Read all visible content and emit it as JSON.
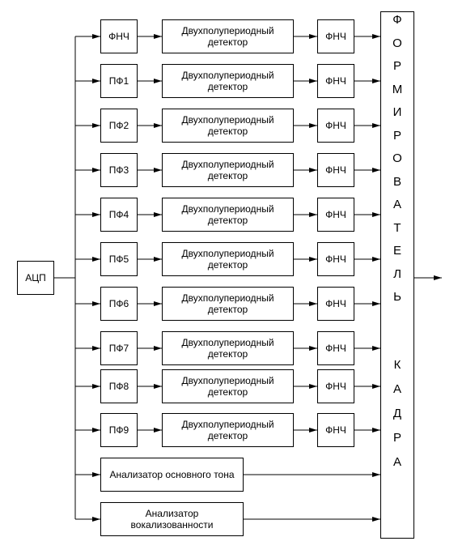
{
  "adc_label": "АЦП",
  "rows": [
    {
      "filter": "ФНЧ",
      "detector": "Двухполупериодный детектор",
      "lowpass": "ФНЧ"
    },
    {
      "filter": "ПФ1",
      "detector": "Двухполупериодный детектор",
      "lowpass": "ФНЧ"
    },
    {
      "filter": "ПФ2",
      "detector": "Двухполупериодный детектор",
      "lowpass": "ФНЧ"
    },
    {
      "filter": "ПФ3",
      "detector": "Двухполупериодный детектор",
      "lowpass": "ФНЧ"
    },
    {
      "filter": "ПФ4",
      "detector": "Двухполупериодный детектор",
      "lowpass": "ФНЧ"
    },
    {
      "filter": "ПФ5",
      "detector": "Двухполупериодный детектор",
      "lowpass": "ФНЧ"
    },
    {
      "filter": "ПФ6",
      "detector": "Двухполупериодный детектор",
      "lowpass": "ФНЧ"
    },
    {
      "filter": "ПФ7",
      "detector": "Двухполупериодный детектор",
      "lowpass": "ФНЧ"
    },
    {
      "filter": "ПФ8",
      "detector": "Двухполупериодный детектор",
      "lowpass": "ФНЧ"
    },
    {
      "filter": "ПФ9",
      "detector": "Двухполупериодный детектор",
      "lowpass": "ФНЧ"
    }
  ],
  "pitch_analyzer": "Анализатор основного тона",
  "voicing_analyzer": "Анализатор вокализованности",
  "frame_former": {
    "label": "ФОРМИРОВАТЕЛЬ КАДРА",
    "letters": [
      "Ф",
      "О",
      "Р",
      "М",
      "И",
      "Р",
      "О",
      "В",
      "А",
      "Т",
      "Е",
      "Л",
      "Ь",
      "К",
      "А",
      "Д",
      "Р",
      "А"
    ]
  },
  "colors": {
    "line": "#000000",
    "background": "#ffffff"
  }
}
